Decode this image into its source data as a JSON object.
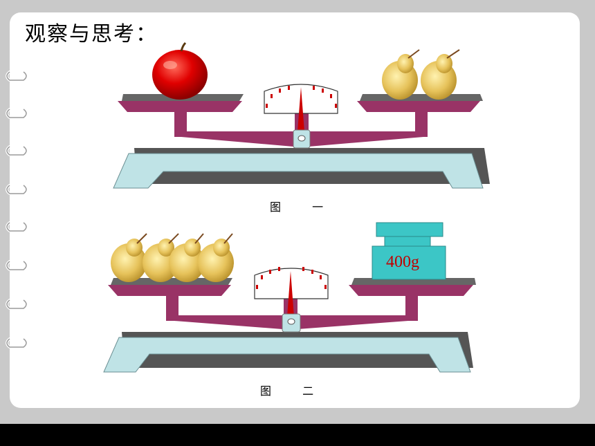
{
  "slide": {
    "title": "观察与思考：",
    "figure1": {
      "caption": "图 一"
    },
    "figure2": {
      "caption": "图 二",
      "weight_label": "400g"
    }
  },
  "colors": {
    "pan": "#993366",
    "base": "#bfe3e6",
    "weight": "#3cc6c6",
    "needle": "#cc0000",
    "background": "#c9c9c9"
  }
}
